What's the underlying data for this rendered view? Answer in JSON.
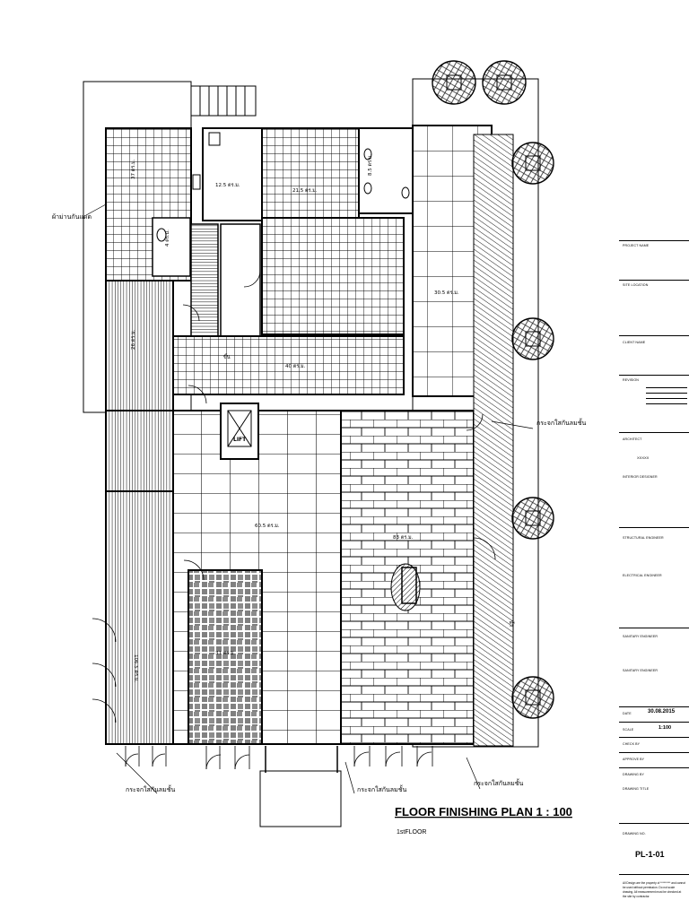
{
  "plan": {
    "title": "FLOOR FINISHING PLAN  1 : 100",
    "subtitle": "1stFLOOR",
    "room_labels": {
      "area_37": "37 ตร.ม.",
      "area_12_5": "12.5 ตร.ม.",
      "area_21_5": "21.5 ตร.ม.",
      "area_8_5": "8.5 ตร.ม.",
      "area_30_5": "30.5 ตร.ม.",
      "area_4": "4 ตร.ม.",
      "area_26": "26 ตร.ม.",
      "area_40": "40 ตร.ม.",
      "area_60_5": "60.5 ตร.ม.",
      "area_83": "83 ตร.ม.",
      "area_106_5": "106.5 ตร.ม.",
      "area_31": "31 ตร.ม.",
      "lift": "LIFT",
      "up": "ขึ้น",
      "water": "น้ำ"
    },
    "callouts": {
      "left": "ผ้าม่านกันแดด",
      "right_mid": "กระจกใสกันลมชั้น",
      "bottom_left": "กระจกใสกันลมชั้น",
      "bottom_mid": "กระจกใสกันลมชั้น",
      "bottom_right": "กระจกใสกันลมชั้น"
    }
  },
  "title_block": {
    "project_name": "PROJECT NAME",
    "site_location": "SITE LOCATION",
    "client_name": "CLIENT NAME",
    "revision": "REVISION",
    "architect": "ARCHITECT",
    "architect_value": "XXXXX",
    "interior_designer": "INTERIOR DESIGNER",
    "structural_engineer": "STRUCTURAL ENGINEER",
    "electrical_engineer": "ELECTRICAL ENGINEER",
    "sanitary_engineer_1": "SANITARY ENGINEER",
    "sanitary_engineer_2": "SANITARY ENGINEER",
    "date_label": "DATE",
    "date_value": "30.08.2015",
    "scale_label": "SCALE",
    "scale_value": "1:100",
    "check_by": "CHECK BY",
    "approve_by": "APPROVE BY",
    "drawing_by": "DRAWING BY",
    "drawing_title": "DRAWING TITLE",
    "drawing_no_label": "DRAWING NO.",
    "drawing_no": "PL-1-01",
    "note": "All Design are the property of ********* and cannot be used without permission. Do not scale drawing. All measurement must be checked at the site by contractor."
  }
}
